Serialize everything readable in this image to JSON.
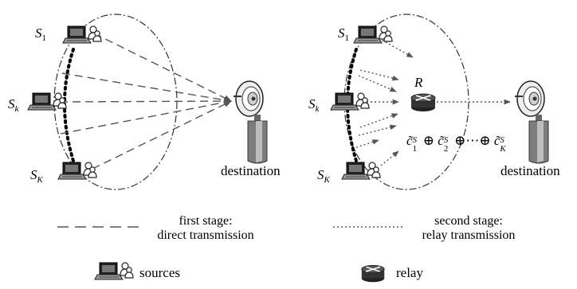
{
  "left_panel": {
    "source_labels": [
      {
        "letter": "S",
        "index": "1"
      },
      {
        "letter": "S",
        "index": "k"
      },
      {
        "letter": "S",
        "index": "K"
      }
    ],
    "destination_label": "destination"
  },
  "right_panel": {
    "source_labels": [
      {
        "letter": "S",
        "index": "1"
      },
      {
        "letter": "S",
        "index": "k"
      },
      {
        "letter": "S",
        "index": "K"
      }
    ],
    "relay_label": "R",
    "network_code": {
      "terms": [
        {
          "base": "c̃",
          "sub": "1",
          "sup": "S"
        },
        {
          "base": "c̃",
          "sub": "2",
          "sup": "S"
        },
        {
          "base": "c̃",
          "sub": "K",
          "sup": "S"
        }
      ],
      "op": "⊕",
      "ellipsis": "⋯"
    },
    "destination_label": "destination"
  },
  "legend": {
    "first_stage_line1": "first stage:",
    "first_stage_line2": "direct transmission",
    "second_stage_line1": "second stage:",
    "second_stage_line2": "relay transmission",
    "sources_label": "sources",
    "relay_label": "relay"
  },
  "icons": {
    "source": "laptop-with-user-icon",
    "destination": "satellite-dish-icon",
    "relay": "router-icon"
  },
  "colors": {
    "line": "#555555",
    "ellipse": "#333333",
    "icon_dark": "#222222",
    "icon_mid": "#8a8a8a"
  }
}
